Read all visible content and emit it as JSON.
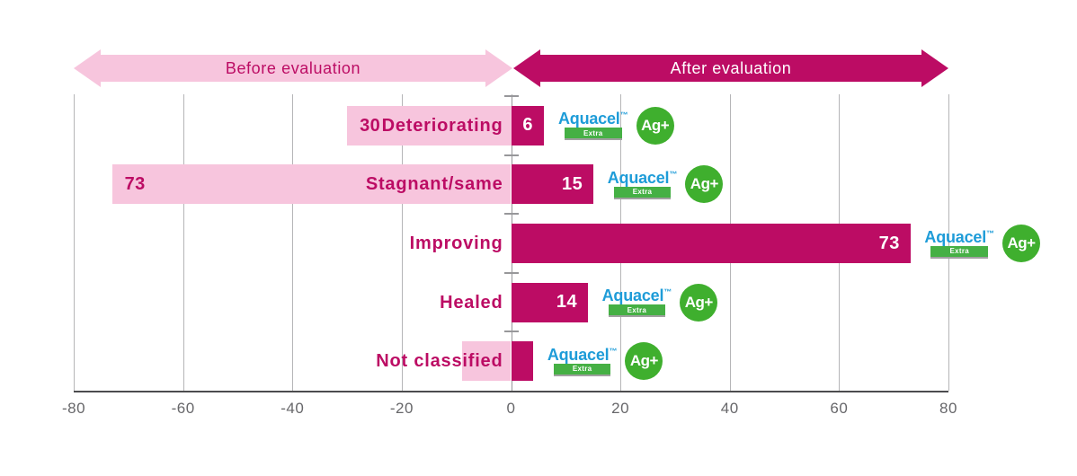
{
  "chart_data": {
    "type": "bar",
    "orientation": "horizontal-diverging",
    "title": "",
    "categories": [
      "Deteriorating",
      "Stagnant/same",
      "Improving",
      "Healed",
      "Not classified"
    ],
    "series": [
      {
        "name": "Before evaluation",
        "side": "left",
        "color": "#F7C5DD",
        "values": [
          30,
          73,
          0,
          0,
          9
        ],
        "data_labels": [
          "30",
          "73",
          "",
          "",
          ""
        ]
      },
      {
        "name": "After evaluation",
        "side": "right",
        "color": "#BC0C64",
        "values": [
          6,
          15,
          73,
          14,
          4
        ],
        "data_labels": [
          "6",
          "15",
          "73",
          "14",
          ""
        ]
      }
    ],
    "xlim": [
      -80,
      80
    ],
    "x_tick_labels": [
      "-80",
      "-60",
      "-40",
      "-20",
      "0",
      "20",
      "40",
      "60",
      "80"
    ],
    "grid": true,
    "legend_position": "top-arrows",
    "annotation": "Aquacel Extra Ag+ logo displayed after each 'After evaluation' bar"
  },
  "logo": {
    "brand": "Aquacel",
    "trademark": "™",
    "variant": "Extra",
    "badge": "Ag+"
  },
  "colors": {
    "pink": "#F7C5DD",
    "magenta": "#BC0C64",
    "aquacel_blue": "#1E9CD8",
    "badge_green": "#3FAF2E",
    "extra_bar_green": "#45B044",
    "gridline_grey": "#B5B5B7",
    "zero_line_grey": "#97979A",
    "axis_grey": "#4C4C4E",
    "tick_text_grey": "#67676A"
  }
}
